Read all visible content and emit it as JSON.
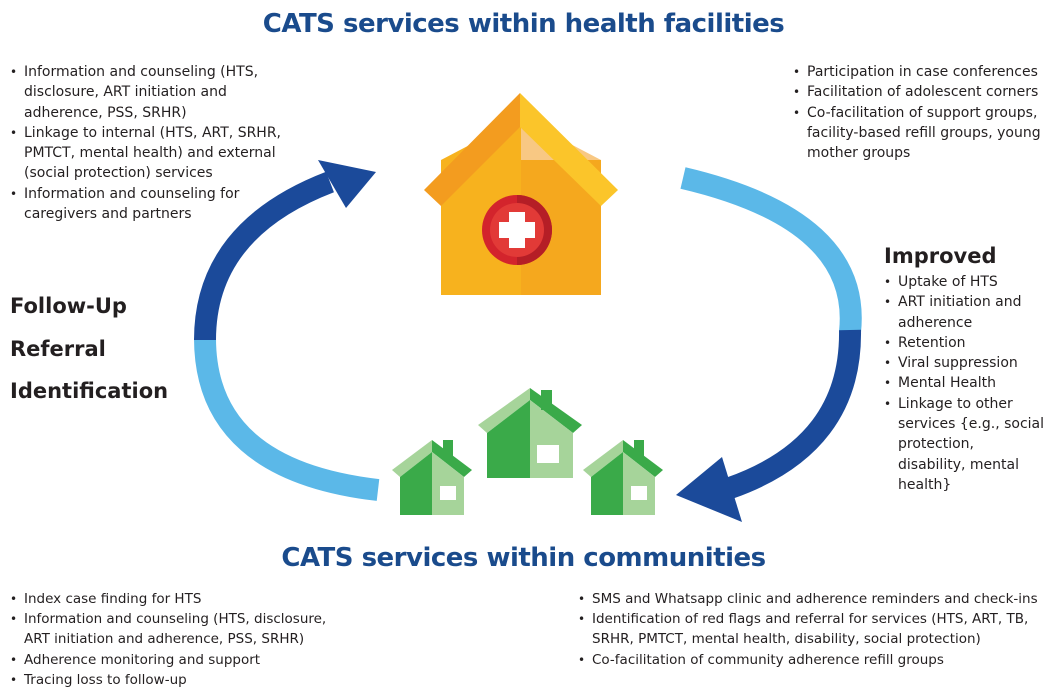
{
  "top": {
    "title": "CATS services within health facilities",
    "left_items": [
      "Information and counseling (HTS, disclosure, ART initiation and adherence, PSS, SRHR)",
      "Linkage to internal (HTS, ART, SRHR, PMTCT, mental health) and external (social protection) services",
      "Information and counseling for caregivers and partners"
    ],
    "right_items": [
      "Participation in case conferences",
      "Facilitation of adolescent corners",
      "Co-facilitation of support groups, facility-based refill groups, young mother groups"
    ]
  },
  "cycle": {
    "labels": [
      "Follow-Up",
      "Referral",
      "Identification"
    ]
  },
  "improved": {
    "heading": "Improved",
    "items": [
      "Uptake of HTS",
      "ART initiation and adherence",
      "Retention",
      "Viral suppression",
      "Mental Health",
      "Linkage to other services {e.g., social protection, disability, mental health}"
    ]
  },
  "bottom": {
    "title": "CATS services within communities",
    "left_items": [
      "Index case finding for HTS",
      "Information and counseling (HTS, disclosure, ART initiation and adherence, PSS, SRHR)",
      "Adherence monitoring and support",
      "Tracing loss to follow-up"
    ],
    "right_items": [
      "SMS and Whatsapp clinic and adherence reminders and check-ins",
      "Identification of red flags and referral for services (HTS, ART, TB, SRHR, PMTCT, mental health, disability, social protection)",
      "Co-facilitation of community adherence refill groups"
    ]
  },
  "colors": {
    "dark_blue": "#1b4a9a",
    "light_blue": "#5bb8e8",
    "roof_orange": "#f39c1f",
    "house_yellow": "#f9b821",
    "cross_red": "#d3242c",
    "green": "#3aaa49",
    "light_green": "#a6d49a"
  }
}
